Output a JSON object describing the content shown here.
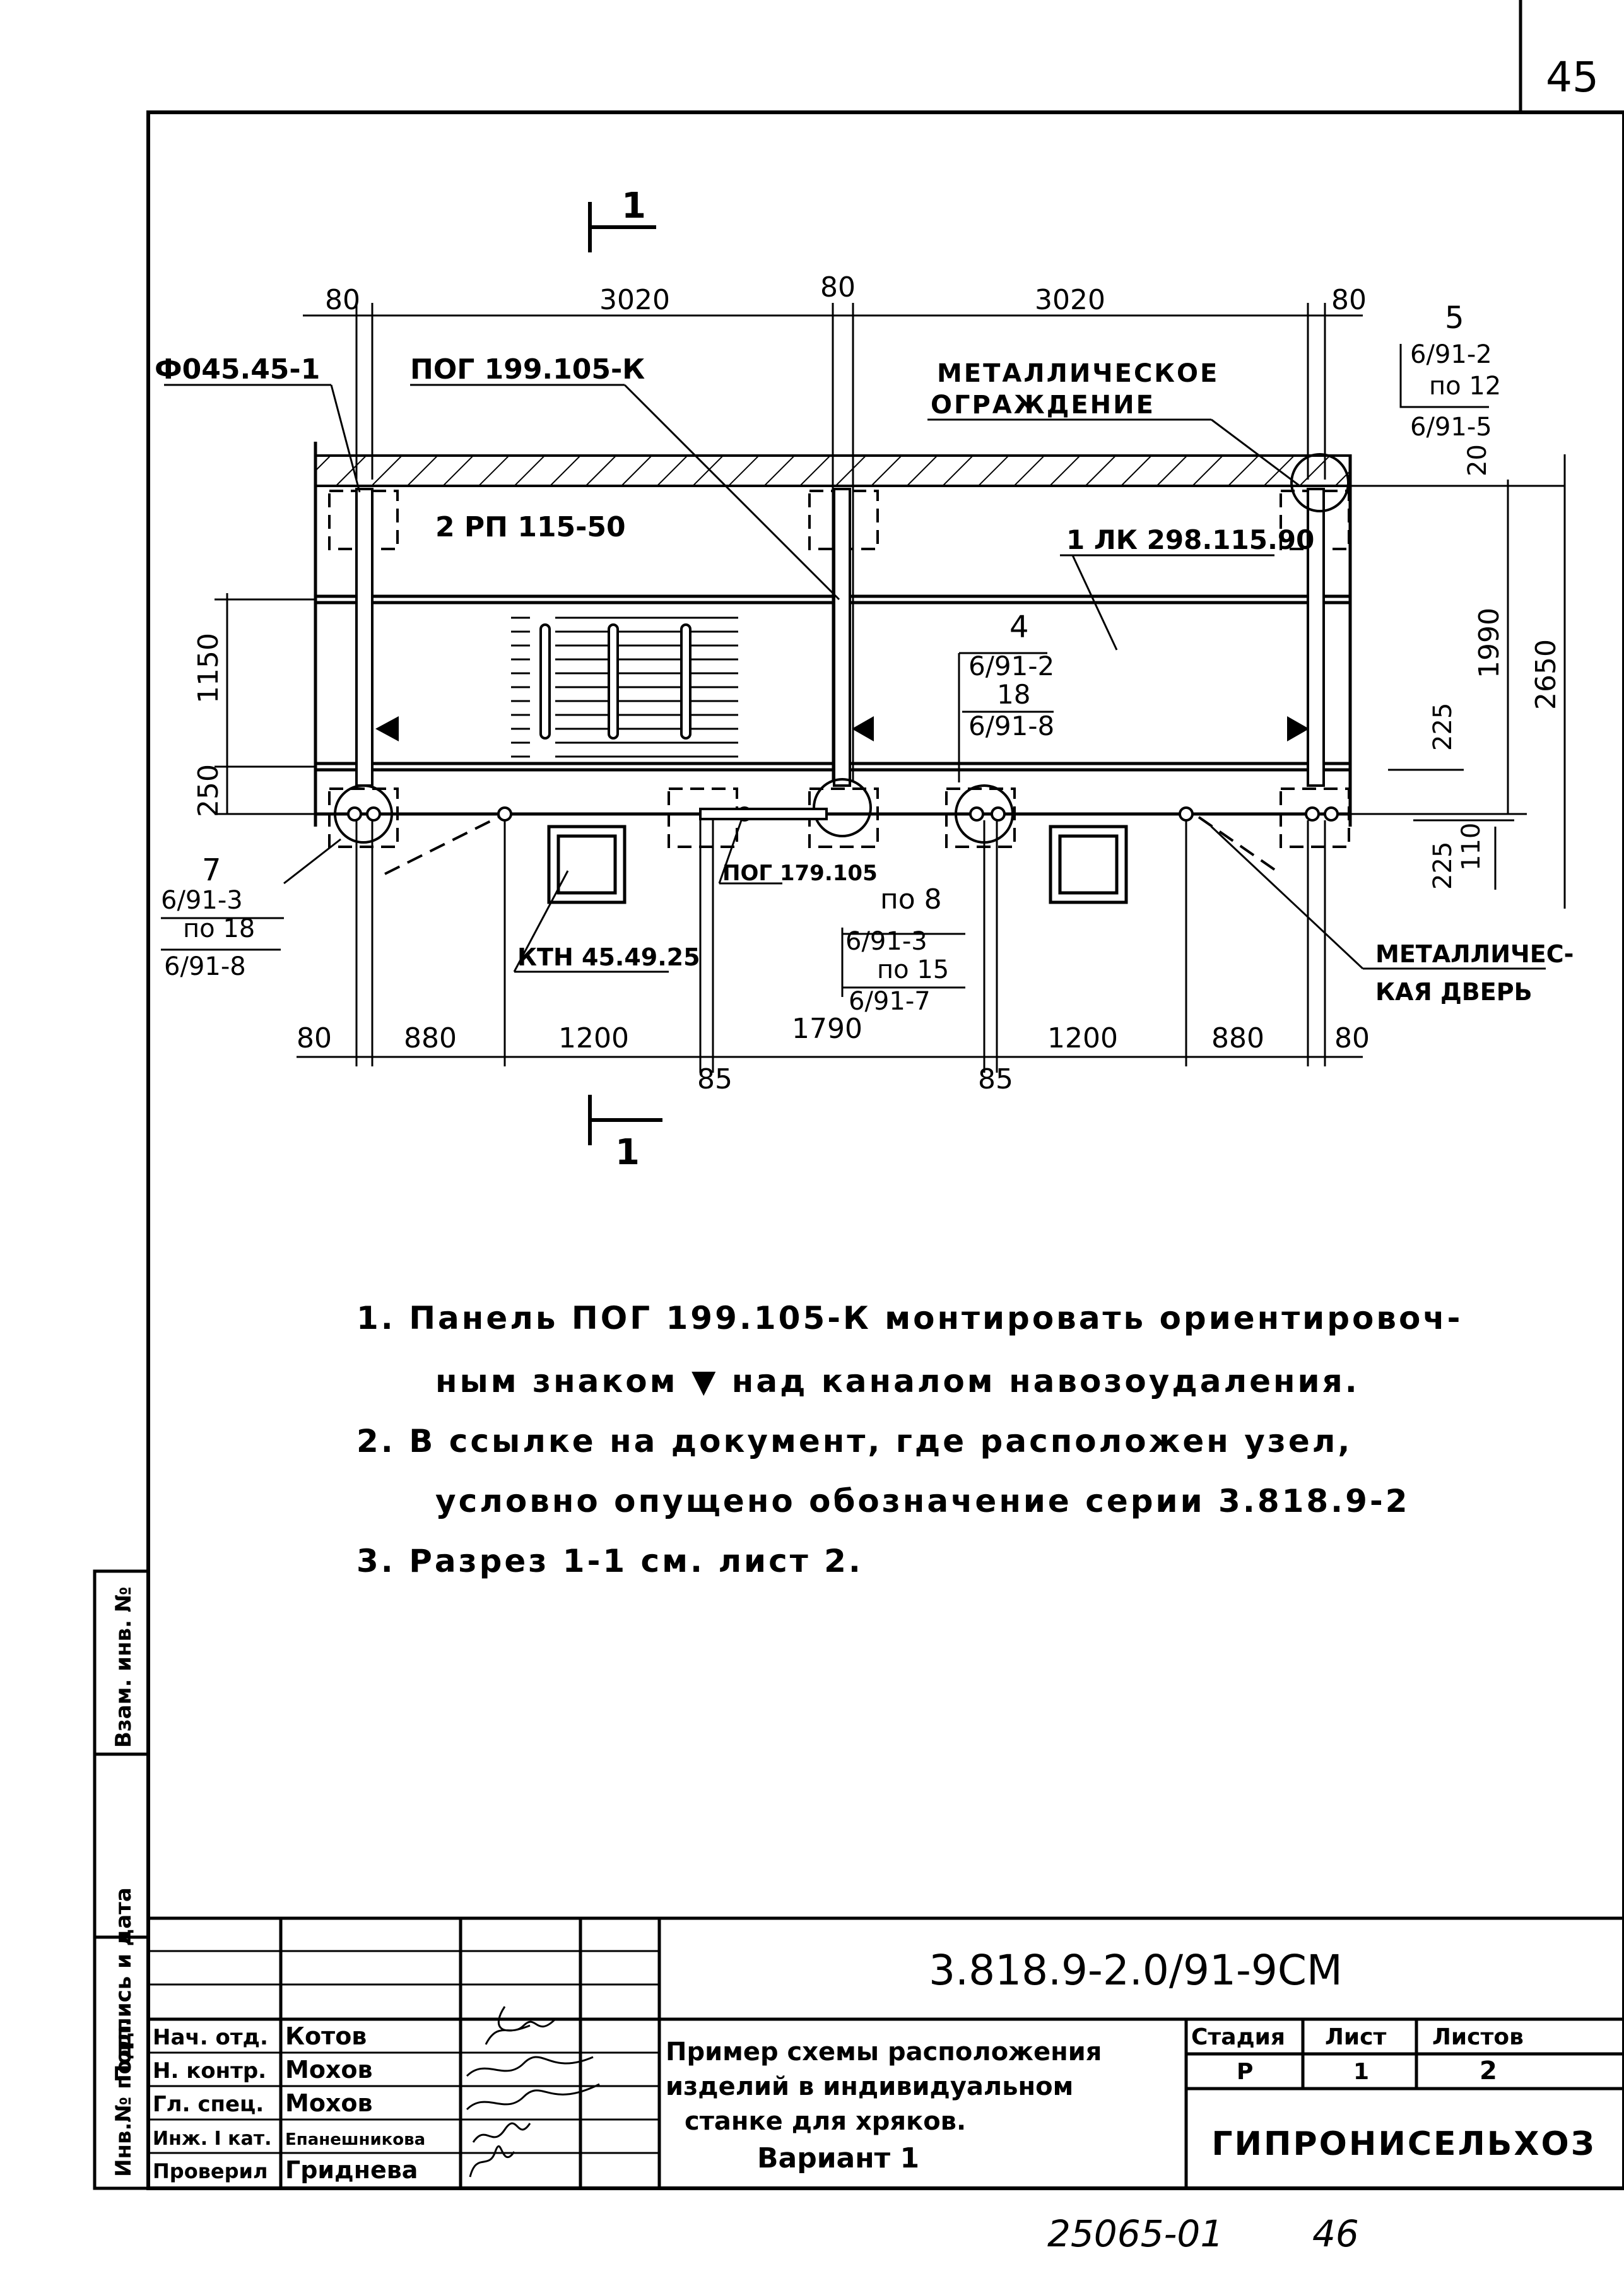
{
  "sheet_number": "45",
  "section_mark": "1",
  "top_dims": [
    "80",
    "3020",
    "80",
    "3020",
    "80"
  ],
  "bottom_dims": [
    "80",
    "880",
    "1200",
    "1790",
    "1200",
    "880",
    "80"
  ],
  "bottom_small_dims": [
    "85",
    "85"
  ],
  "left_dims": [
    "1150",
    "250"
  ],
  "right_dims": [
    "20",
    "1990",
    "2650",
    "225",
    "225",
    "110"
  ],
  "labels": {
    "column": "Ф045.45-1",
    "panel_top": "ПОГ 199.105-К",
    "fence_1": "МЕТАЛЛИЧЕСКОЕ",
    "fence_2": "ОГРАЖДЕНИЕ",
    "slabs": "2 РП 115-50",
    "lk": "1 ЛК 298.115.90",
    "panel_bottom": "ПОГ 179.105",
    "ktn": "КТН 45.49.25",
    "door_1": "МЕТАЛЛИЧЕС-",
    "door_2": "КАЯ ДВЕРЬ"
  },
  "nodes": {
    "n5": {
      "num": "5",
      "a": "6/91-2",
      "b": "по 12",
      "c": "6/91-5"
    },
    "n4": {
      "num": "4",
      "a": "6/91-2",
      "b": "18",
      "c": "6/91-8"
    },
    "n7": {
      "num": "7",
      "a": "6/91-3",
      "b": "по 18",
      "c": "6/91-8"
    },
    "n8": {
      "num": "по 8",
      "a": "6/91-3",
      "b": "по 15",
      "c": "6/91-7"
    }
  },
  "notes": [
    "1.  Панель ПОГ 199.105-К монтировать ориентировоч-",
    "ным знаком ▼ над каналом навозоудаления.",
    "2.  В ссылке на документ, где расположен узел,",
    "условно опущено обозначение серии 3.818.9-2",
    "3.  Разрез 1-1 см. лист 2."
  ],
  "side_stamp": [
    "Инв.№ подл.",
    "Подпись и дата",
    "Взам. инв. №"
  ],
  "title_block": {
    "code": "3.818.9-2.0/91-9СМ",
    "roles": [
      "Нач. отд.",
      "Н. контр.",
      "Гл. спец.",
      "Инж. I кат.",
      "Проверил"
    ],
    "names": [
      "Котов",
      "Мохов",
      "Мохов",
      "Епанешникова",
      "Гриднева"
    ],
    "title_lines": [
      "Пример схемы расположения",
      "изделий в индивидуальном",
      "станке для хряков.",
      "Вариант 1"
    ],
    "stage_label": "Стадия",
    "sheet_label": "Лист",
    "sheets_label": "Листов",
    "stage": "Р",
    "sheet": "1",
    "sheets": "2",
    "org": "ГИПРОНИСЕЛЬХОЗ"
  },
  "footer_left": "25065-01",
  "footer_right": "46"
}
